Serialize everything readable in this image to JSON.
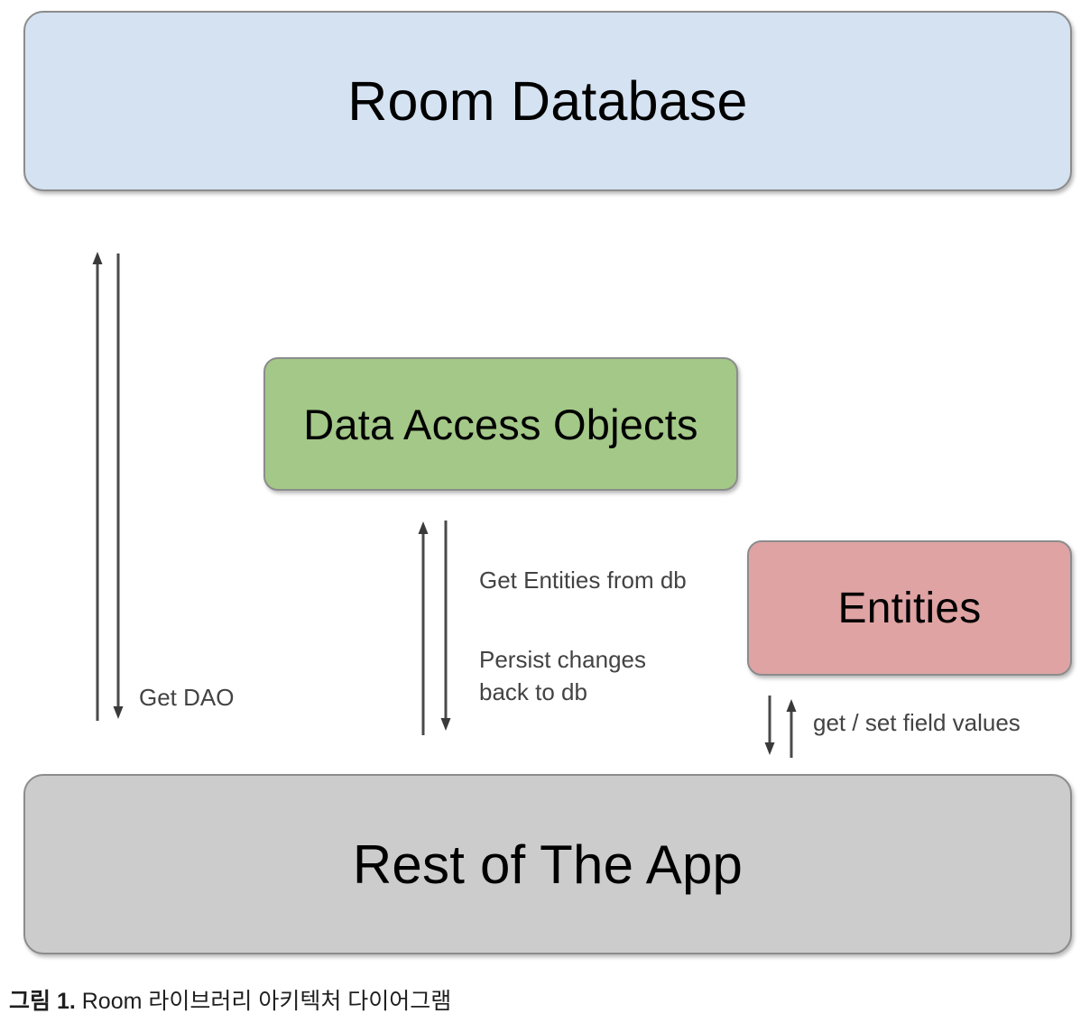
{
  "diagram": {
    "title_caption": {
      "label": "그림 1.",
      "text": " Room 라이브러리 아키텍처 다이어그램"
    },
    "nodes": [
      {
        "id": "room-database",
        "label": "Room Database",
        "fill": "#d4e2f2",
        "stroke": "#8c8c8c"
      },
      {
        "id": "data-access-objects",
        "label": "Data Access Objects",
        "fill": "#a3c888",
        "stroke": "#8c8c8c"
      },
      {
        "id": "entities",
        "label": "Entities",
        "fill": "#dfa3a3",
        "stroke": "#8c8c8c"
      },
      {
        "id": "rest-of-the-app",
        "label": "Rest of The App",
        "fill": "#cccccc",
        "stroke": "#8c8c8c"
      }
    ],
    "edges": [
      {
        "id": "get-dao",
        "label": "Get DAO",
        "from": "rest-of-the-app",
        "to": "room-database",
        "direction": "bidirectional"
      },
      {
        "id": "get-entities-from-db",
        "label": "Get Entities from db",
        "from": "rest-of-the-app",
        "to": "data-access-objects",
        "direction": "up"
      },
      {
        "id": "persist-changes-back-to-db",
        "label": "Persist changes\nback to db",
        "from": "data-access-objects",
        "to": "rest-of-the-app",
        "direction": "down"
      },
      {
        "id": "get-set-field-values",
        "label": "get / set field values",
        "from": "entities",
        "to": "rest-of-the-app",
        "direction": "bidirectional"
      }
    ],
    "colors": {
      "arrow": "#4a4a4a",
      "label_text": "#434343",
      "node_text": "#000000",
      "background": "#ffffff"
    }
  }
}
